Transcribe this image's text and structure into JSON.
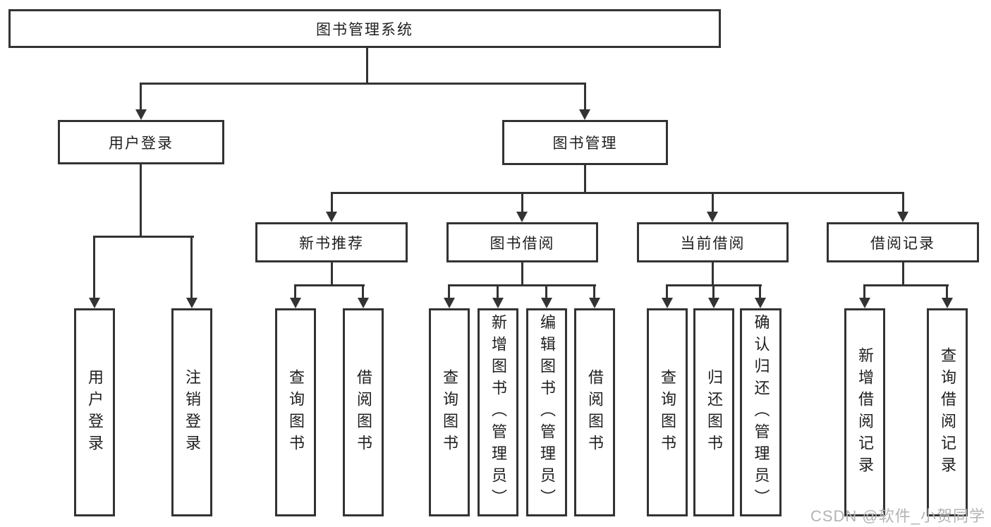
{
  "tree": {
    "root": {
      "label": "图书管理系统"
    },
    "user": {
      "label": "用户登录",
      "children": [
        "用户登录",
        "注销登录"
      ]
    },
    "book": {
      "label": "图书管理",
      "groups": [
        {
          "label": "新书推荐",
          "children": [
            "查询图书",
            "借阅图书"
          ]
        },
        {
          "label": "图书借阅",
          "children": [
            "查询图书",
            "新增图书（管理员）",
            "编辑图书（管理员）",
            "借阅图书"
          ]
        },
        {
          "label": "当前借阅",
          "children": [
            "查询图书",
            "归还图书",
            "确认归还（管理员）"
          ]
        },
        {
          "label": "借阅记录",
          "children": [
            "新增借阅记录",
            "查询借阅记录"
          ]
        }
      ]
    }
  },
  "watermark": {
    "text": "CSDN @软件_小贺同学"
  },
  "colors": {
    "line": "#333333",
    "text": "#1f1f1f",
    "watermark": "#b3b3b3"
  }
}
